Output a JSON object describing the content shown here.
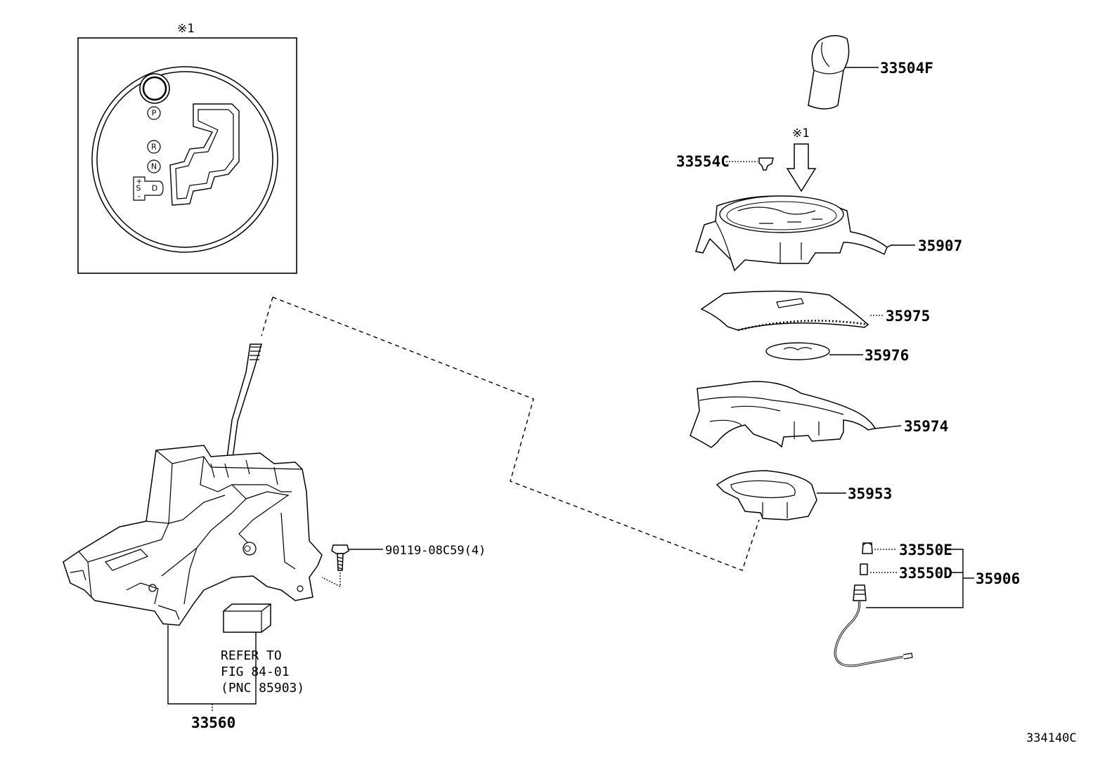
{
  "figure_id": "334140C",
  "mark": "※1",
  "gate_letters": {
    "p": "P",
    "r": "R",
    "n": "N",
    "s": "S",
    "d": "D",
    "plus": "+",
    "minus": "-"
  },
  "parts": {
    "knob": "33504F",
    "plug": "33554C",
    "housing": "35907",
    "plate": "35975",
    "cover": "35976",
    "indicator": "35974",
    "lower_frame": "35953",
    "bulb_e": "33550E",
    "bulb_d": "33550D",
    "wire_assy": "35906",
    "bolt": "90119-08C59(4)",
    "shift_assy": "33560"
  },
  "reference_note": [
    "REFER TO",
    "FIG 84-01",
    "(PNC 85903)"
  ]
}
